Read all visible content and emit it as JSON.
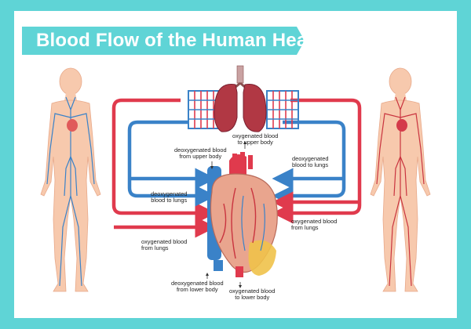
{
  "title": "Blood  Flow  of the Human Heart",
  "colors": {
    "frame": "#5fd4d6",
    "banner": "#5fd4d6",
    "red": "#e03a4d",
    "blue": "#3a82c8",
    "skin": "#f7c9ad",
    "lung": "#b13844",
    "heart": "#e9a58e"
  },
  "labels": {
    "deoxy_upper": "deoxygenated blood\nfrom upper body",
    "oxy_upper": "oxygenated blood\nto upper body",
    "deoxy_lungs_right": "deoxygenated\nblood to lungs",
    "deoxy_lungs_left": "deoxygenated\nblood to lungs",
    "oxy_from_lungs_right": "oxygenated blood\nfrom lungs",
    "oxy_from_lungs_left": "oxygenated blood\nfrom lungs",
    "deoxy_lower": "deoxygenated blood\nfrom lower body",
    "oxy_lower": "oxygenated blood\nto lower body"
  },
  "figures": {
    "left_body": "venous-system-figure",
    "right_body": "arterial-system-figure"
  }
}
